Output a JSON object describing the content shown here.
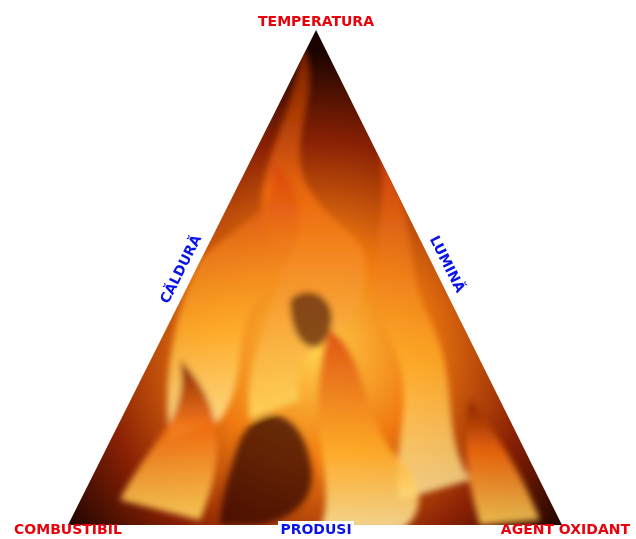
{
  "diagram": {
    "labels": [
      "TEMPERATURA",
      "CĂLDURĂ",
      "LUMINĂ",
      "COMBUSTIBIL",
      "PRODUSI",
      "AGENT OXIDANT"
    ]
  }
}
